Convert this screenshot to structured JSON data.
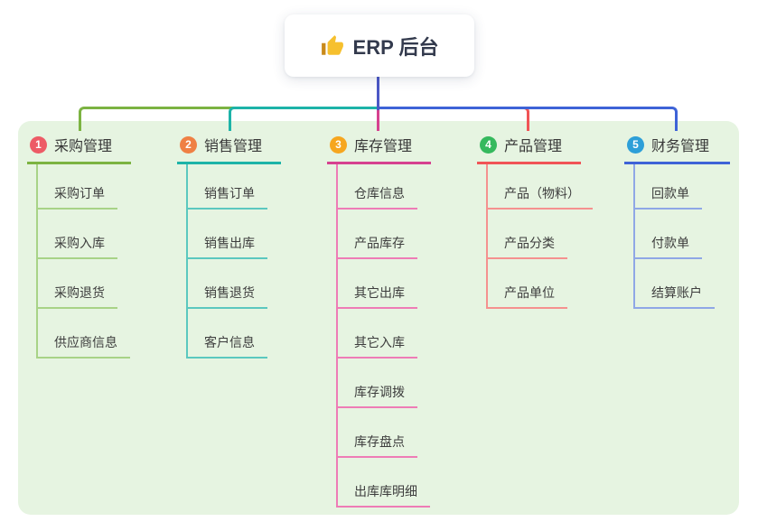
{
  "root": {
    "title": "ERP 后台",
    "icon_glyph": "👍"
  },
  "colors": {
    "stem": "#4c58c6",
    "panel_bg": "#e6f4e1",
    "title_text": "#333a4d",
    "header_text": "#383838",
    "item_text": "#3d3d3d"
  },
  "branches": [
    {
      "num": "1",
      "label": "采购管理",
      "line_color": "#7cb342",
      "item_line_color": "#a8d387",
      "badge_color": "#ed5b66",
      "items": [
        "采购订单",
        "采购入库",
        "采购退货",
        "供应商信息"
      ]
    },
    {
      "num": "2",
      "label": "销售管理",
      "line_color": "#1db3a8",
      "item_line_color": "#5bc8bf",
      "badge_color": "#ef8044",
      "items": [
        "销售订单",
        "销售出库",
        "销售退货",
        "客户信息"
      ]
    },
    {
      "num": "3",
      "label": "库存管理",
      "line_color": "#d6418f",
      "item_line_color": "#ee7cb6",
      "badge_color": "#f6a61f",
      "items": [
        "仓库信息",
        "产品库存",
        "其它出库",
        "其它入库",
        "库存调拨",
        "库存盘点",
        "出库库明细"
      ]
    },
    {
      "num": "4",
      "label": "产品管理",
      "line_color": "#f05456",
      "item_line_color": "#f5918f",
      "badge_color": "#35b95d",
      "items": [
        "产品（物料）",
        "产品分类",
        "产品单位"
      ]
    },
    {
      "num": "5",
      "label": "财务管理",
      "line_color": "#3e63d7",
      "item_line_color": "#8fa7e6",
      "badge_color": "#2d9fd8",
      "items": [
        "回款单",
        "付款单",
        "结算账户"
      ]
    }
  ]
}
